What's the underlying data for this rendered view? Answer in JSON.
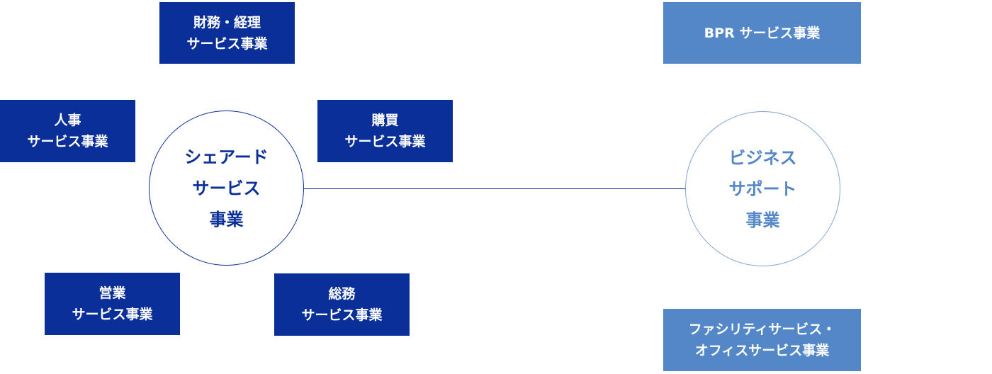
{
  "diagram": {
    "shared_circle": {
      "lines": [
        "シェアード",
        "サービス",
        "事業"
      ]
    },
    "business_circle": {
      "lines": [
        "ビジネス",
        "サポート",
        "事業"
      ]
    },
    "shared_boxes": {
      "finance": {
        "line1": "財務・経理",
        "line2": "サービス事業"
      },
      "hr": {
        "line1": "人事",
        "line2": "サービス事業"
      },
      "purchasing": {
        "line1": "購買",
        "line2": "サービス事業"
      },
      "sales": {
        "line1": "営業",
        "line2": "サービス事業"
      },
      "general_affairs": {
        "line1": "総務",
        "line2": "サービス事業"
      }
    },
    "business_boxes": {
      "bpr": {
        "line1": "BPR サービス事業"
      },
      "facility": {
        "line1": "ファシリティサービス・",
        "line2": "オフィスサービス事業"
      }
    },
    "colors": {
      "dark_blue": "#0a2f98",
      "light_blue": "#5387c7",
      "light_border": "#7fa3d3"
    }
  }
}
